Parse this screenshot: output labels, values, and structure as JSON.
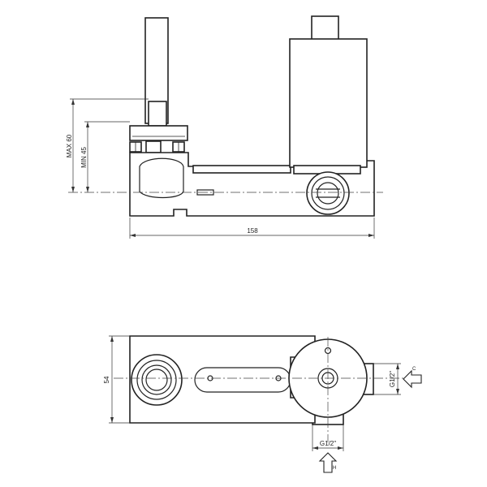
{
  "dimensions": {
    "max_height": "MAX 60",
    "min_height": "MIN 45",
    "length": "158",
    "width": "54",
    "connection_c_size": "G1/2\"",
    "connection_h_size": "G1/2\""
  },
  "connections": {
    "cold_label": "C",
    "hot_label": "H"
  }
}
